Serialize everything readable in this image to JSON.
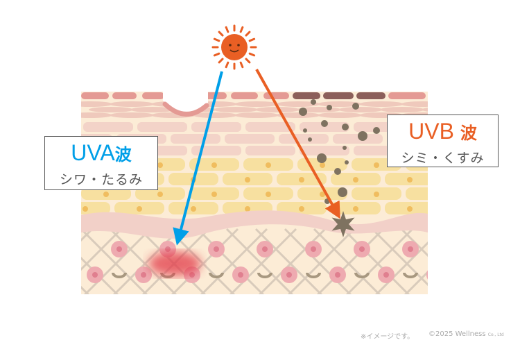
{
  "uva": {
    "title": "UVA",
    "kanji": "波",
    "description": "シワ・たるみ",
    "color": "#009fe8"
  },
  "uvb": {
    "title": "UVB",
    "kanji": "波",
    "description": "シミ・くすみ",
    "color": "#e95f24"
  },
  "footer": {
    "note": "※イメージです。",
    "copyright": "©2025 Wellness",
    "company_suffix": "Co., Ltd"
  },
  "icons": {
    "sun": "smiling-sun-icon",
    "melanin": "star-icon"
  }
}
